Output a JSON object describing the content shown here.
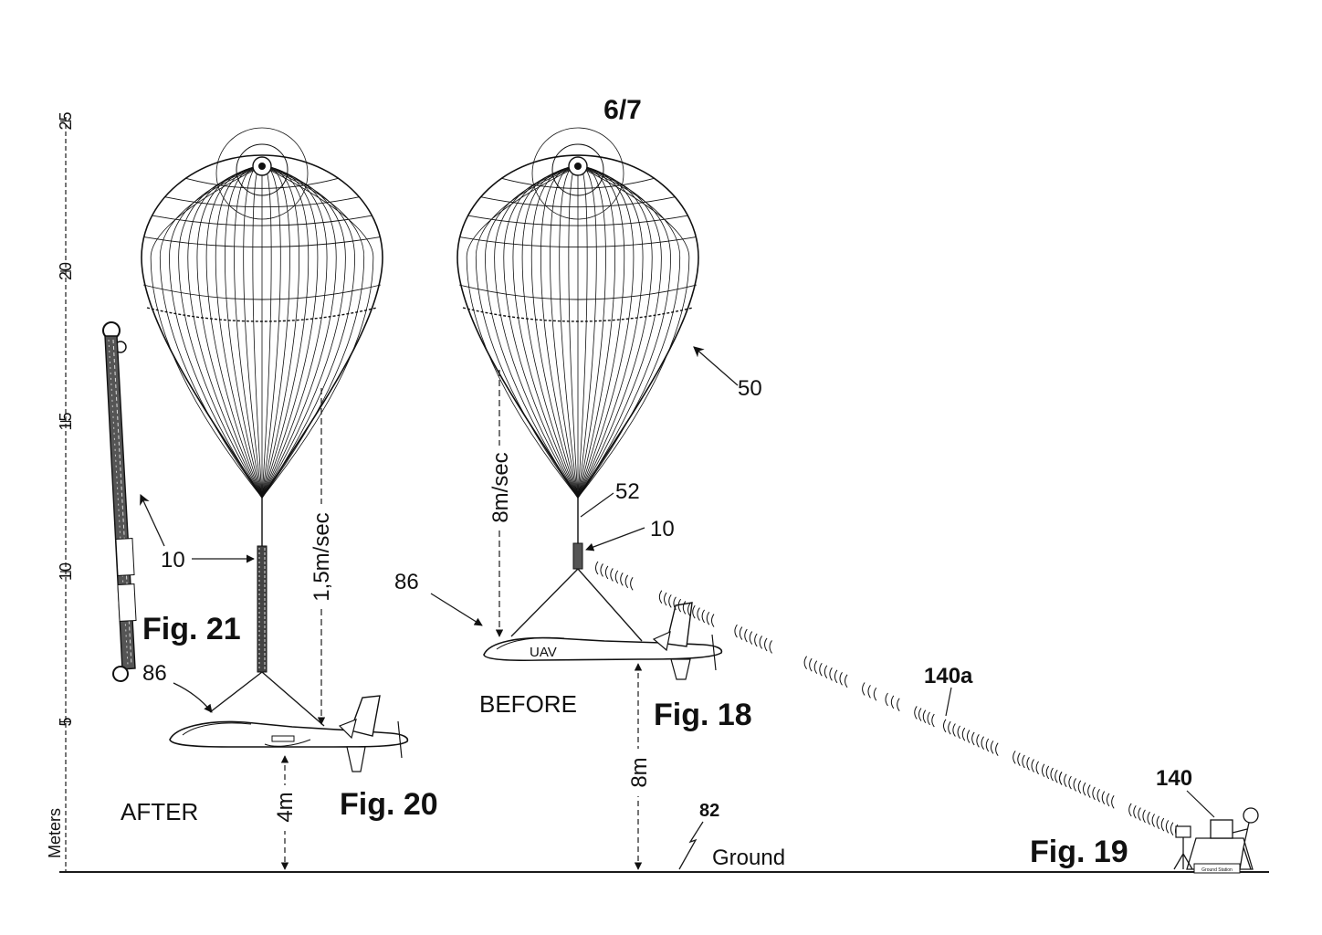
{
  "sheet": "6/7",
  "scale": {
    "label": "Meters",
    "ticks": [
      "5",
      "10",
      "15",
      "20",
      "25"
    ]
  },
  "ground": {
    "label": "Ground",
    "ref": "82"
  },
  "figures": {
    "fig18": {
      "title": "Fig. 18",
      "caption": "BEFORE",
      "descent_speed": "8m/sec",
      "height": "8m",
      "refs": {
        "chute": "50",
        "riser": "52",
        "device": "10",
        "uav": "86"
      },
      "uav_marking": "UAV"
    },
    "fig19": {
      "title": "Fig. 19",
      "station_ref": "140",
      "signal_ref": "140a",
      "station_label": "Ground Station"
    },
    "fig20": {
      "title": "Fig. 20",
      "caption": "AFTER",
      "descent_speed": "1,5m/sec",
      "height": "4m",
      "refs": {
        "device": "10",
        "uav": "86"
      }
    },
    "fig21": {
      "title": "Fig. 21",
      "refs": {
        "device": "10"
      }
    }
  }
}
